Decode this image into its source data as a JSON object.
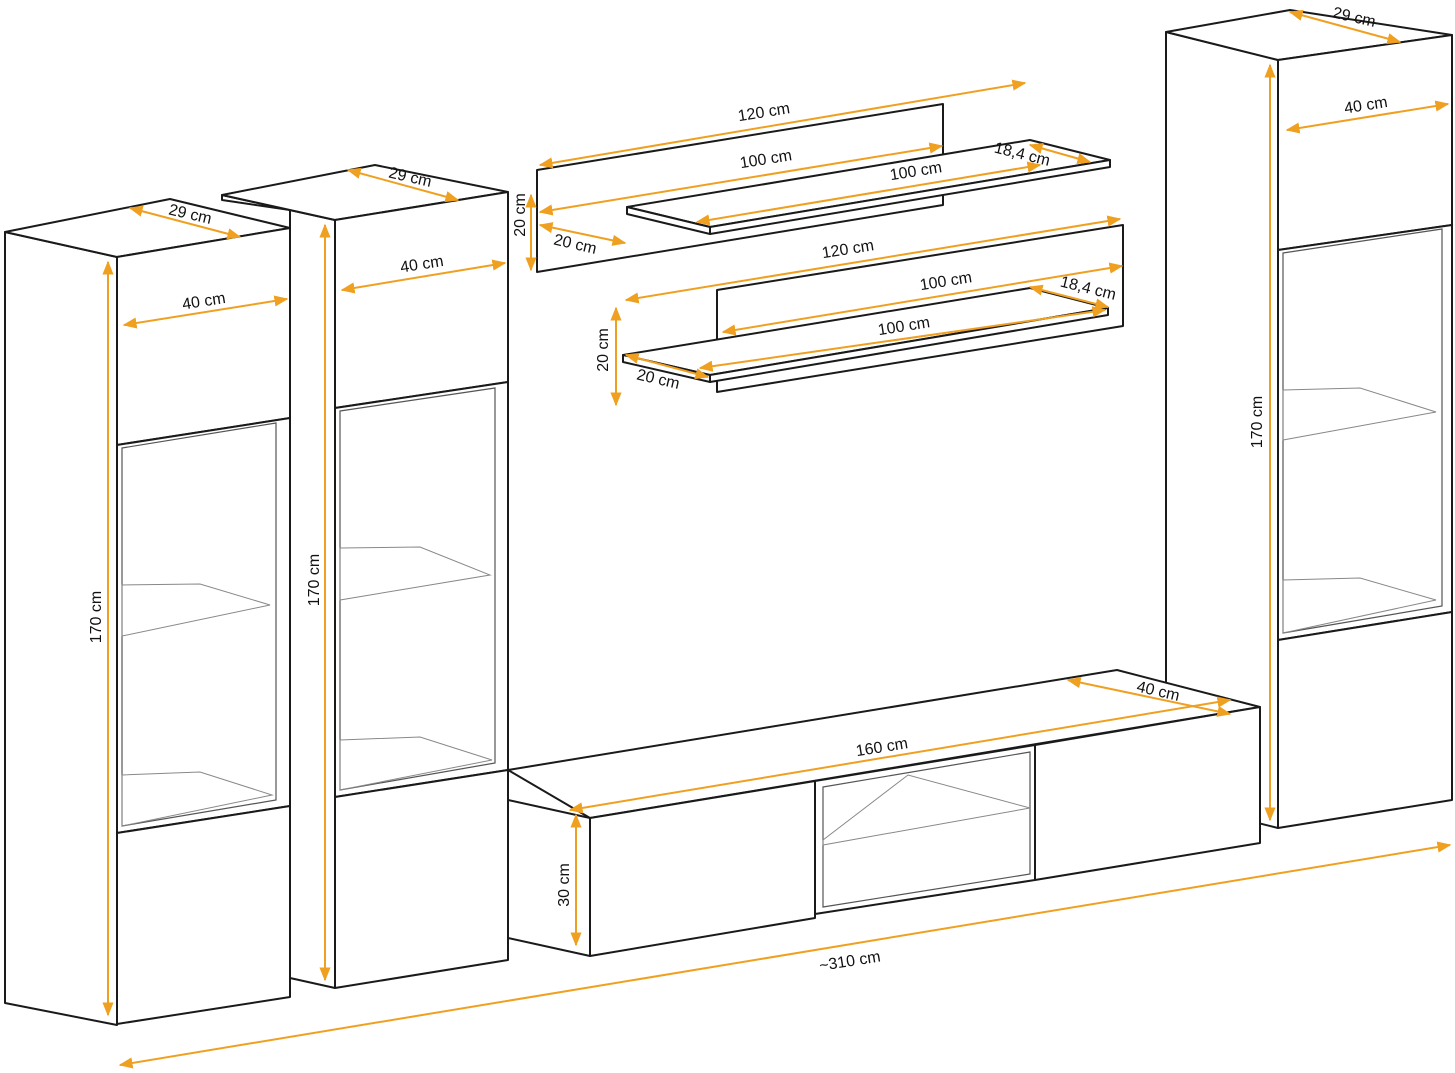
{
  "accent_color": "#f0a020",
  "labels": {
    "cab1_depth": "29 cm",
    "cab1_width": "40 cm",
    "cab1_height": "170 cm",
    "cab2_depth": "29 cm",
    "cab2_width": "40 cm",
    "cab2_height": "170 cm",
    "shelf1_total": "120 cm",
    "shelf1_back": "100 cm",
    "shelf1_board": "100 cm",
    "shelf1_depth": "18,4 cm",
    "shelf1_height": "20 cm",
    "shelf1_side": "20 cm",
    "shelf2_total": "120 cm",
    "shelf2_back": "100 cm",
    "shelf2_depth": "18,4 cm",
    "shelf2_board": "100 cm",
    "shelf2_height": "20 cm",
    "shelf2_side": "20 cm",
    "cab3_depth": "29 cm",
    "cab3_width": "40 cm",
    "cab3_height": "170 cm",
    "tv_depth": "40 cm",
    "tv_width": "160 cm",
    "tv_height": "30 cm",
    "total_width": "~310 cm"
  }
}
